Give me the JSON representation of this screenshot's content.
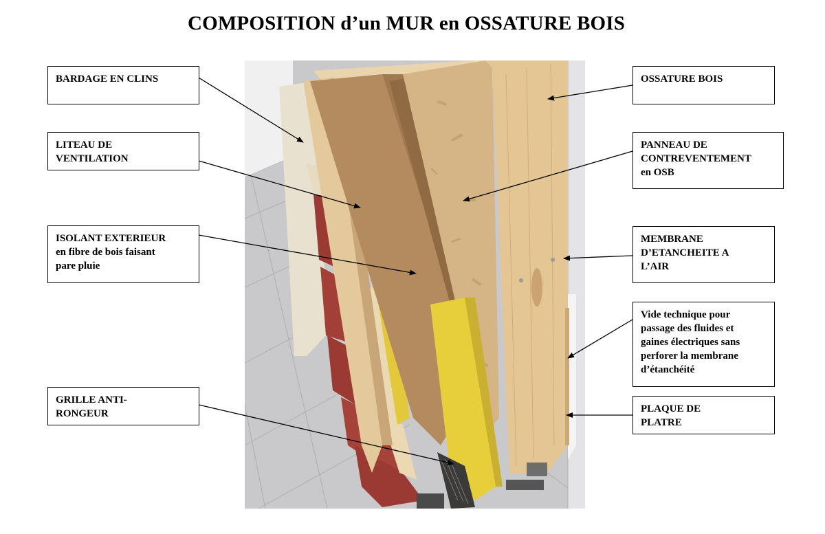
{
  "title": "COMPOSITION d’un MUR en OSSATURE BOIS",
  "labels": {
    "bardage": [
      "BARDAGE EN CLINS"
    ],
    "liteau": [
      "LITEAU DE",
      "VENTILATION"
    ],
    "isolant": [
      "ISOLANT EXTERIEUR",
      "en fibre de bois faisant",
      "pare pluie"
    ],
    "grille": [
      "GRILLE ANTI-",
      "RONGEUR"
    ],
    "ossature": [
      "OSSATURE BOIS"
    ],
    "panneau": [
      "PANNEAU DE",
      "CONTREVENTEMENT",
      "en OSB"
    ],
    "membrane": [
      "MEMBRANE",
      "D’ETANCHEITE A",
      "L’AIR"
    ],
    "vide": [
      "Vide technique pour",
      "passage des fluides et",
      "gaines électriques sans",
      "perforer la membrane",
      "d’étanchéité"
    ],
    "plaque": [
      "PLAQUE DE",
      "PLATRE"
    ]
  },
  "colors": {
    "floor": "#c9c9cb",
    "wall_white": "#eeeeee",
    "wood_light": "#e6c89a",
    "wood_mid": "#d3ad79",
    "fibreboard": "#b48b5f",
    "osb": "#d5b585",
    "red_clapboard": "#9b3a33",
    "yellow_paint": "#e6cf3a",
    "insulation_wool": "#e8dcb0",
    "leader_line": "#000000"
  }
}
